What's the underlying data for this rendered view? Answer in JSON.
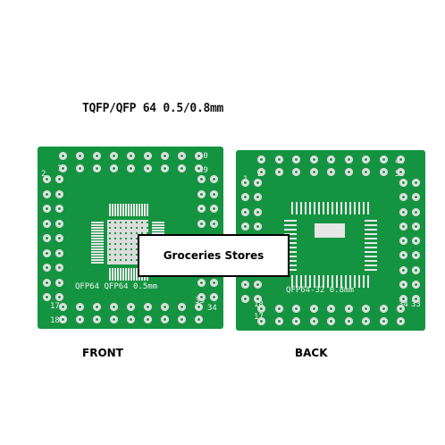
{
  "title": "TQFP/QFP 64 0.5/0.8mm",
  "banner": "Groceries Stores",
  "front": {
    "caption": "FRONT",
    "silk": "QFP64 QFP64 0.5mm",
    "pin_labels": {
      "p1": "1",
      "p2": "2",
      "p17": "17",
      "p18": "18",
      "p33": "33",
      "p34": "34",
      "p49": "49",
      "p50": "50"
    }
  },
  "back": {
    "caption": "BACK",
    "silk": "QFP64-32 0.8mm",
    "pin_labels": {
      "p1": "1",
      "p2": "2",
      "p17": "17",
      "p18": "18",
      "p33": "33",
      "p34": "34",
      "p49": "49",
      "p50": "50"
    }
  }
}
